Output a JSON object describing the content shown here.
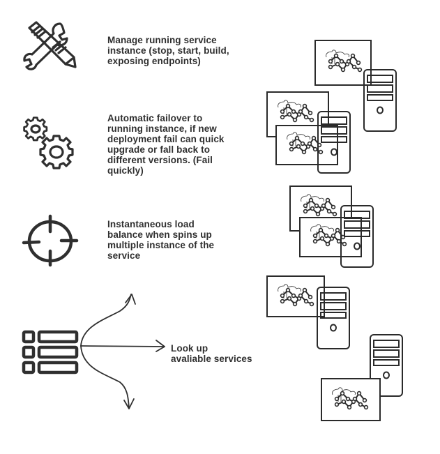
{
  "features": [
    {
      "icon": "tools-icon",
      "text": "Manage running service instance (stop, start, build, exposing endpoints)",
      "lines": [
        "Manage running service",
        "instance (stop, start, build,",
        "exposing endpoints)"
      ]
    },
    {
      "icon": "gears-icon",
      "text": "Automatic failover to running instance, if new deployment fail can quick upgrade or fall back to different versions. (Fail quickly)",
      "lines": [
        "Automatic failover to",
        "running instance, if new",
        "deployment fail can quick",
        "upgrade or fall back to",
        "different versions. (Fail",
        "quickly)"
      ]
    },
    {
      "icon": "crosshair-icon",
      "text": "Instantaneous load balance when spins up multiple instance of the service",
      "lines": [
        "Instantaneous load",
        "balance when spins up",
        "multiple instance of the",
        "service"
      ]
    },
    {
      "icon": "service-registry-icon",
      "text": "Look up avaliable services",
      "lines": [
        "Look up",
        "avaliable services"
      ]
    }
  ],
  "illustrations": [
    {
      "name": "single-server-instance",
      "monitors": 1
    },
    {
      "name": "failover-server-instances",
      "monitors": 2
    },
    {
      "name": "load-balanced-server-instances",
      "monitors": 2
    },
    {
      "name": "discovered-server-instance-a",
      "monitors": 1
    },
    {
      "name": "discovered-server-instance-b",
      "monitors": 1
    }
  ],
  "colors": {
    "ink": "#2f2f2f",
    "background": "#ffffff"
  }
}
